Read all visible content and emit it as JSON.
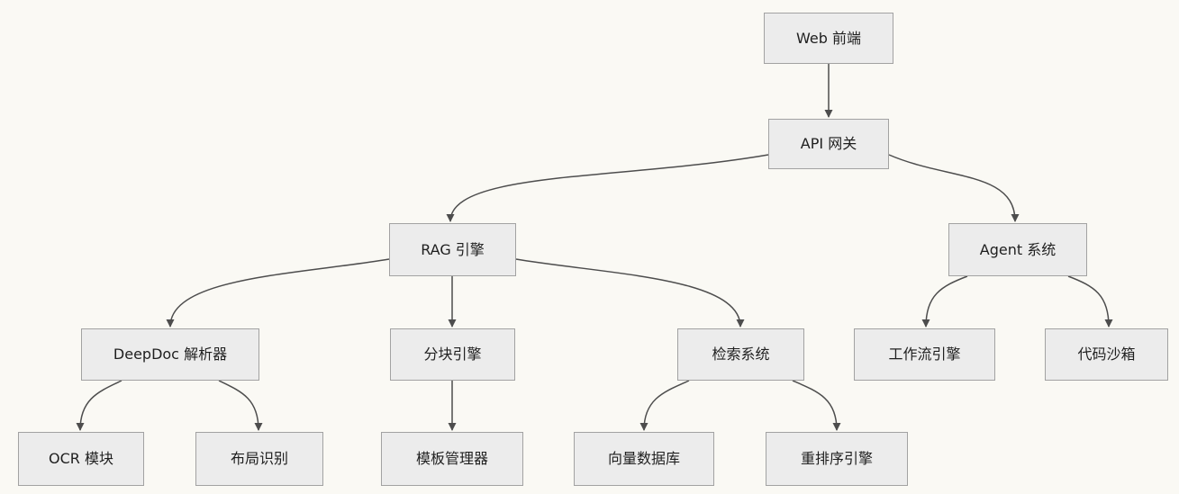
{
  "diagram": {
    "type": "flowchart-top-down",
    "nodes": [
      {
        "id": "web",
        "label": "Web 前端"
      },
      {
        "id": "api",
        "label": "API 网关"
      },
      {
        "id": "rag",
        "label": "RAG 引擎"
      },
      {
        "id": "agent",
        "label": "Agent 系统"
      },
      {
        "id": "deepdoc",
        "label": "DeepDoc 解析器"
      },
      {
        "id": "chunk",
        "label": "分块引擎"
      },
      {
        "id": "retrieval",
        "label": "检索系统"
      },
      {
        "id": "workflow",
        "label": "工作流引擎"
      },
      {
        "id": "sandbox",
        "label": "代码沙箱"
      },
      {
        "id": "ocr",
        "label": "OCR 模块"
      },
      {
        "id": "layout",
        "label": "布局识别"
      },
      {
        "id": "template",
        "label": "模板管理器"
      },
      {
        "id": "vector",
        "label": "向量数据库"
      },
      {
        "id": "rerank",
        "label": "重排序引擎"
      }
    ],
    "edges": [
      {
        "from": "web",
        "to": "api"
      },
      {
        "from": "api",
        "to": "rag"
      },
      {
        "from": "api",
        "to": "agent"
      },
      {
        "from": "rag",
        "to": "deepdoc"
      },
      {
        "from": "rag",
        "to": "chunk"
      },
      {
        "from": "rag",
        "to": "retrieval"
      },
      {
        "from": "agent",
        "to": "workflow"
      },
      {
        "from": "agent",
        "to": "sandbox"
      },
      {
        "from": "deepdoc",
        "to": "ocr"
      },
      {
        "from": "deepdoc",
        "to": "layout"
      },
      {
        "from": "chunk",
        "to": "template"
      },
      {
        "from": "retrieval",
        "to": "vector"
      },
      {
        "from": "retrieval",
        "to": "rerank"
      }
    ],
    "colors": {
      "background": "#faf9f4",
      "node_fill": "#ececec",
      "node_border": "#a2a2a2",
      "edge": "#4d4d4d",
      "text": "#1f1f1f"
    }
  }
}
